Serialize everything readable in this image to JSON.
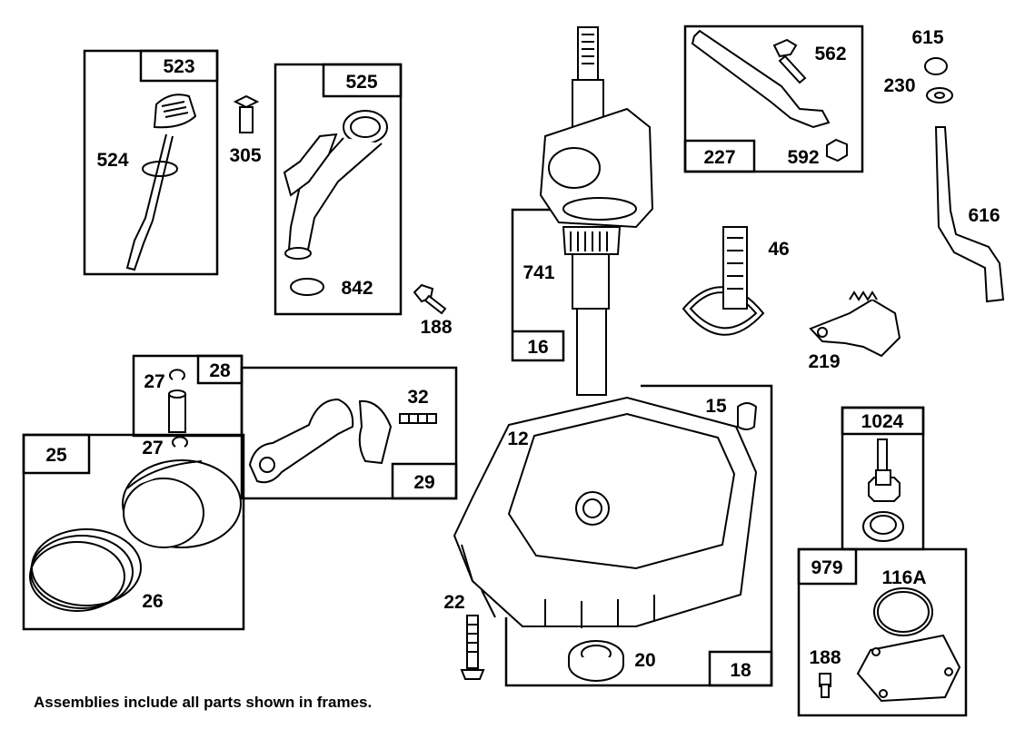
{
  "footnote": "Assemblies include all parts shown in frames.",
  "frames": {
    "f523": "523",
    "f525": "525",
    "f227": "227",
    "f28": "28",
    "f25": "25",
    "f29": "29",
    "f16": "16",
    "f18": "18",
    "f1024": "1024",
    "f979": "979"
  },
  "parts": {
    "p524": "524",
    "p305": "305",
    "p842": "842",
    "p188a": "188",
    "p562": "562",
    "p592": "592",
    "p615": "615",
    "p230": "230",
    "p616": "616",
    "p741": "741",
    "p46": "46",
    "p219": "219",
    "p27a": "27",
    "p27b": "27",
    "p32": "32",
    "p26": "26",
    "p12": "12",
    "p15": "15",
    "p22": "22",
    "p20": "20",
    "p116a": "116A",
    "p188b": "188"
  },
  "icons": [
    "dipstick",
    "oil-fill-tube",
    "governor-lever",
    "crankshaft",
    "camshaft",
    "governor-gear",
    "piston",
    "connecting-rod",
    "sump",
    "oil-pump"
  ]
}
